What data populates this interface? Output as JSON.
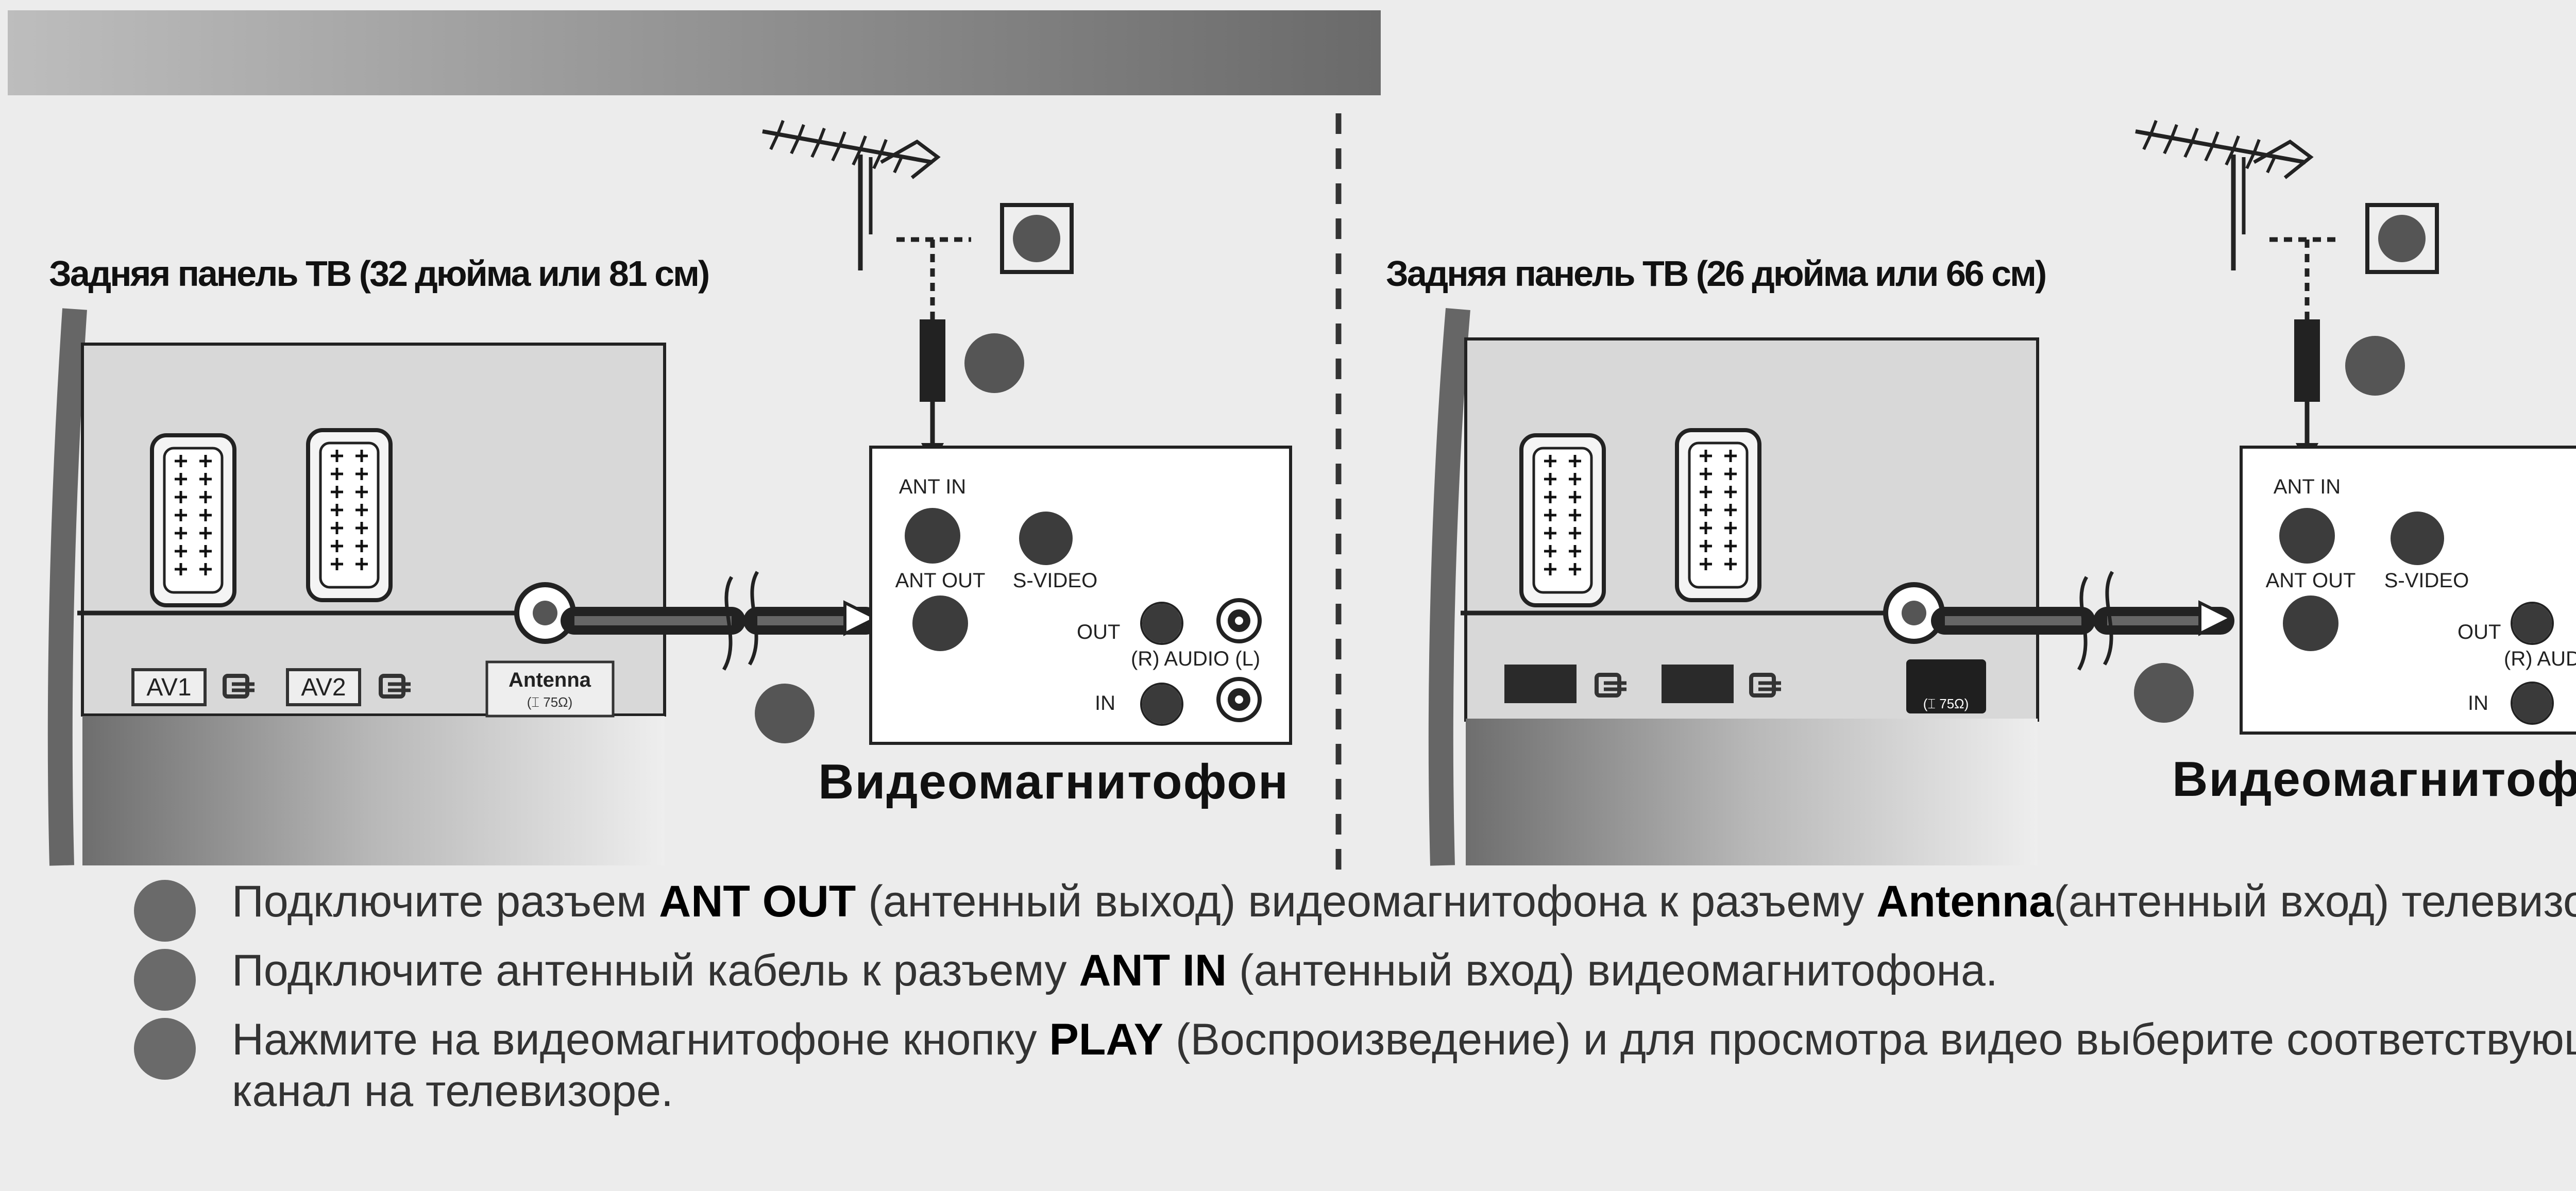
{
  "panels": [
    {
      "title": "Задняя панель ТВ (32 дюйма или 81 см)",
      "scart_labels": [
        "AV1",
        "AV2"
      ],
      "antenna_label": "Antenna",
      "antenna_sub": "(⌶ 75Ω)",
      "vcr": {
        "ant_in": "ANT IN",
        "ant_out": "ANT OUT",
        "svideo": "S-VIDEO",
        "out": "OUT",
        "in": "IN",
        "audio": "(R) AUDIO (L)",
        "name": "Видеомагнитофон"
      }
    },
    {
      "title": "Задняя панель ТВ (26 дюйма или 66 см)",
      "antenna_sub": "(⌶ 75Ω)",
      "vcr": {
        "ant_in": "ANT IN",
        "ant_out": "ANT OUT",
        "svideo": "S-VIDEO",
        "out": "OUT",
        "in": "IN",
        "audio": "(R) AUDIO (L)",
        "name": "Видеомагнитофон"
      }
    }
  ],
  "steps": [
    {
      "t1": "Подключите разъем ",
      "b1": "ANT OUT",
      "t2": " (антенный выход) видеомагнитофона к разъему ",
      "b2": "Antenna",
      "t3": "(антенный вход) телевизора."
    },
    {
      "t1": "Подключите антенный кабель к разъему ",
      "b1": "ANT IN",
      "t2": " (антенный вход) видеомагнитофона.",
      "b2": "",
      "t3": ""
    },
    {
      "t1": "Нажмите на видеомагнитофоне кнопку ",
      "b1": "PLAY",
      "t2": " (Воспроизведение) и для просмотра видео выберите соответствующий канал на телевизоре.",
      "b2": "",
      "t3": ""
    }
  ],
  "colors": {
    "header_gradient_start": "#b5b5b5",
    "header_gradient_end": "#6e6e6e",
    "background": "#ececec",
    "tv_panel": "#d6d6d6",
    "tv_lower": "#9a9a9a",
    "bullet": "#6a6a6a",
    "cable": "#222222"
  }
}
